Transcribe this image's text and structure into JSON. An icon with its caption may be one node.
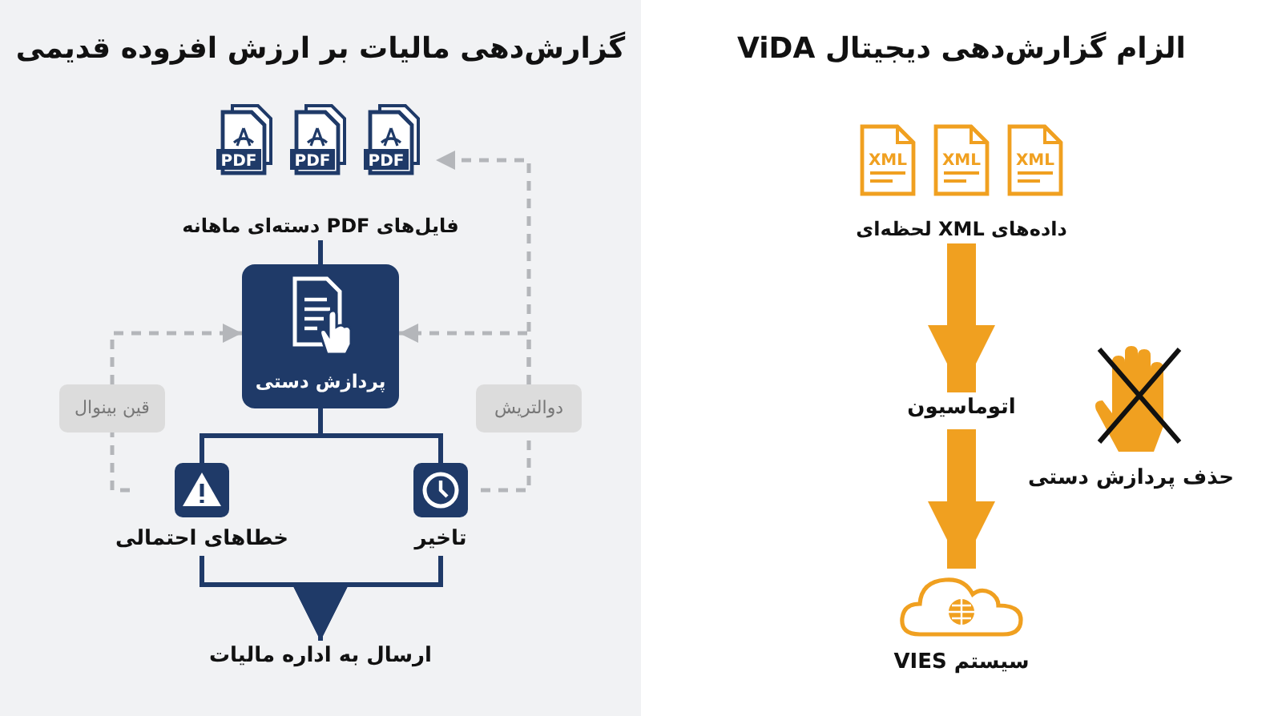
{
  "diagram": {
    "nodes": [
      {
        "text": [
          "گزارش‌دهی مالیات بر ارزش افزوده قدیمی"
        ]
      },
      {
        "text": [
          "PDF",
          "PDF",
          "PDF",
          "فایل‌های PDF دسته‌ای ماهانه"
        ],
        "in": 0
      },
      {
        "text": [
          "پردازش دستی"
        ],
        "in": 0
      },
      {
        "text": [
          "تاخیر"
        ],
        "in": 0
      },
      {
        "text": [
          "خطاهای احتمالی"
        ],
        "in": 0
      },
      {
        "text": [
          "ارسال به اداره مالیات"
        ],
        "in": 0
      },
      {
        "text": [
          "دوالتریش"
        ],
        "in": 0
      },
      {
        "text": [
          "قین بینوال"
        ],
        "in": 0
      },
      {
        "text": [
          "الزام گزارش‌دهی دیجیتال ViDA"
        ]
      },
      {
        "text": [
          "XML",
          "XML",
          "XML",
          "داده‌های XML لحظه‌ای"
        ],
        "in": 8
      },
      {
        "text": [
          "اتوماسیون"
        ],
        "in": 8
      },
      {
        "text": [
          "سیستم VIES"
        ],
        "in": 8
      },
      {
        "text": [
          "حذف پردازش دستی"
        ],
        "in": 8
      }
    ],
    "edges": [
      {
        "from": 1,
        "to": 2,
        "arrow": "none"
      },
      {
        "from": 2,
        "to": 3,
        "arrow": "none"
      },
      {
        "from": 2,
        "to": 4,
        "arrow": "none"
      },
      {
        "from": 3,
        "to": 5,
        "arrow": "to"
      },
      {
        "from": 4,
        "to": 5,
        "arrow": "to"
      },
      {
        "from": 3,
        "to": 6,
        "arrow": "none",
        "style": "dashed",
        "color": "#b4b6ba"
      },
      {
        "from": 6,
        "to": 2,
        "arrow": "to",
        "style": "dashed",
        "color": "#b4b6ba"
      },
      {
        "from": 6,
        "to": 1,
        "arrow": "to",
        "style": "dashed",
        "color": "#b4b6ba"
      },
      {
        "from": 4,
        "to": 7,
        "arrow": "none",
        "style": "dashed",
        "color": "#b4b6ba"
      },
      {
        "from": 7,
        "to": 2,
        "arrow": "to",
        "style": "dashed",
        "color": "#b4b6ba"
      },
      {
        "from": 9,
        "to": 10,
        "arrow": "to",
        "style": "thick",
        "color": "#f0a020"
      },
      {
        "from": 10,
        "to": 11,
        "arrow": "to",
        "style": "thick",
        "color": "#f0a020"
      }
    ]
  }
}
